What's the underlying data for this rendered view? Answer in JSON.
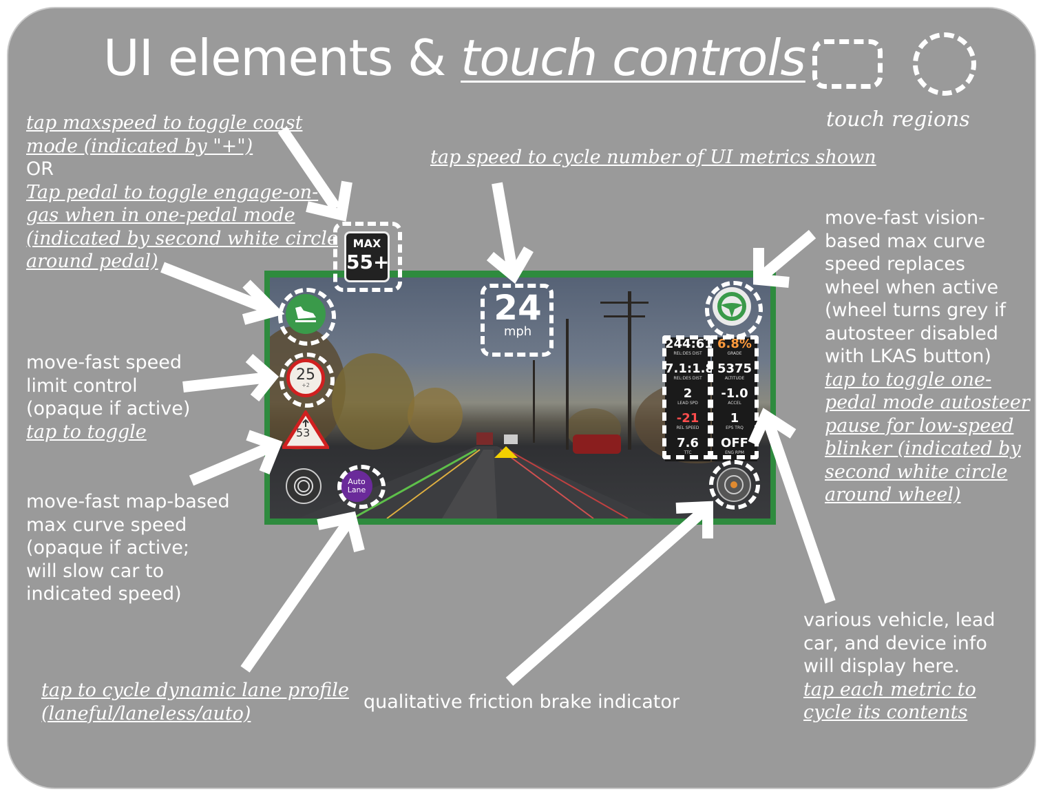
{
  "title": {
    "plain": "UI elements & ",
    "italic": "touch controls"
  },
  "legend": {
    "label": "touch regions"
  },
  "notes": {
    "maxspeed": [
      "tap maxspeed to toggle coast",
      "mode (indicated by \"+\")"
    ],
    "or": "OR",
    "pedal": [
      "Tap pedal to toggle engage-on-",
      "gas when in one-pedal mode",
      "(indicated by second white circle",
      "around pedal)"
    ],
    "speed_tap": "tap speed to cycle number of UI metrics shown",
    "speed_limit": [
      "move-fast speed",
      "limit control",
      "(opaque if active)"
    ],
    "speed_limit_tap": "tap to toggle",
    "map_curve": [
      "move-fast map-based",
      "max curve speed",
      "(opaque if active;",
      "will slow car to",
      "indicated speed)"
    ],
    "lane_profile": [
      "tap to cycle dynamic lane profile",
      "(laneful/laneless/auto)"
    ],
    "brake": "qualitative friction brake indicator",
    "vision_curve": [
      "move-fast vision-",
      "based max curve",
      "speed replaces",
      "wheel when active",
      "(wheel turns grey if",
      "autosteer disabled",
      "with LKAS button)"
    ],
    "vision_curve_tap": [
      "tap to toggle one-",
      "pedal mode autosteer",
      "pause for low-speed",
      "blinker (indicated by",
      "second white circle",
      "around wheel)"
    ],
    "vehicle_info": [
      "various vehicle, lead",
      "car, and device info",
      "will display here."
    ],
    "vehicle_info_tap": [
      "tap each metric to",
      "cycle its contents"
    ]
  },
  "screen": {
    "max_label": "MAX",
    "max_value": "55+",
    "speed_value": "24",
    "speed_unit": "mph",
    "speed_limit": "25",
    "speed_limit_sub": "+2",
    "curve_speed": "53",
    "auto_lane": [
      "Auto",
      "Lane"
    ],
    "metrics": [
      {
        "value": "244:61",
        "label": "REL:DES DIST",
        "color": "#ffffff"
      },
      {
        "value": "6.8%",
        "label": "GRADE",
        "color": "#ff9a3c"
      },
      {
        "value": "7.1:1.8",
        "label": "REL:DES DIST",
        "color": "#ffffff"
      },
      {
        "value": "5375",
        "label": "ALTITUDE",
        "color": "#ffffff"
      },
      {
        "value": "2",
        "label": "LEAD SPD",
        "color": "#ffffff"
      },
      {
        "value": "-1.0",
        "label": "ACCEL",
        "color": "#ffffff"
      },
      {
        "value": "-21",
        "label": "REL SPEED",
        "color": "#ff4d4d"
      },
      {
        "value": "1",
        "label": "EPS TRQ",
        "color": "#ffffff"
      },
      {
        "value": "7.6",
        "label": "TTC",
        "color": "#ffffff"
      },
      {
        "value": "OFF",
        "label": "ENG RPM",
        "color": "#ffffff"
      }
    ]
  },
  "colors": {
    "card": "#9a9a9a",
    "screen_border": "#2e8b3e",
    "accent_green": "#3a9a4a",
    "limit_red": "#d02020",
    "auto_lane": "#6a2a9a"
  }
}
